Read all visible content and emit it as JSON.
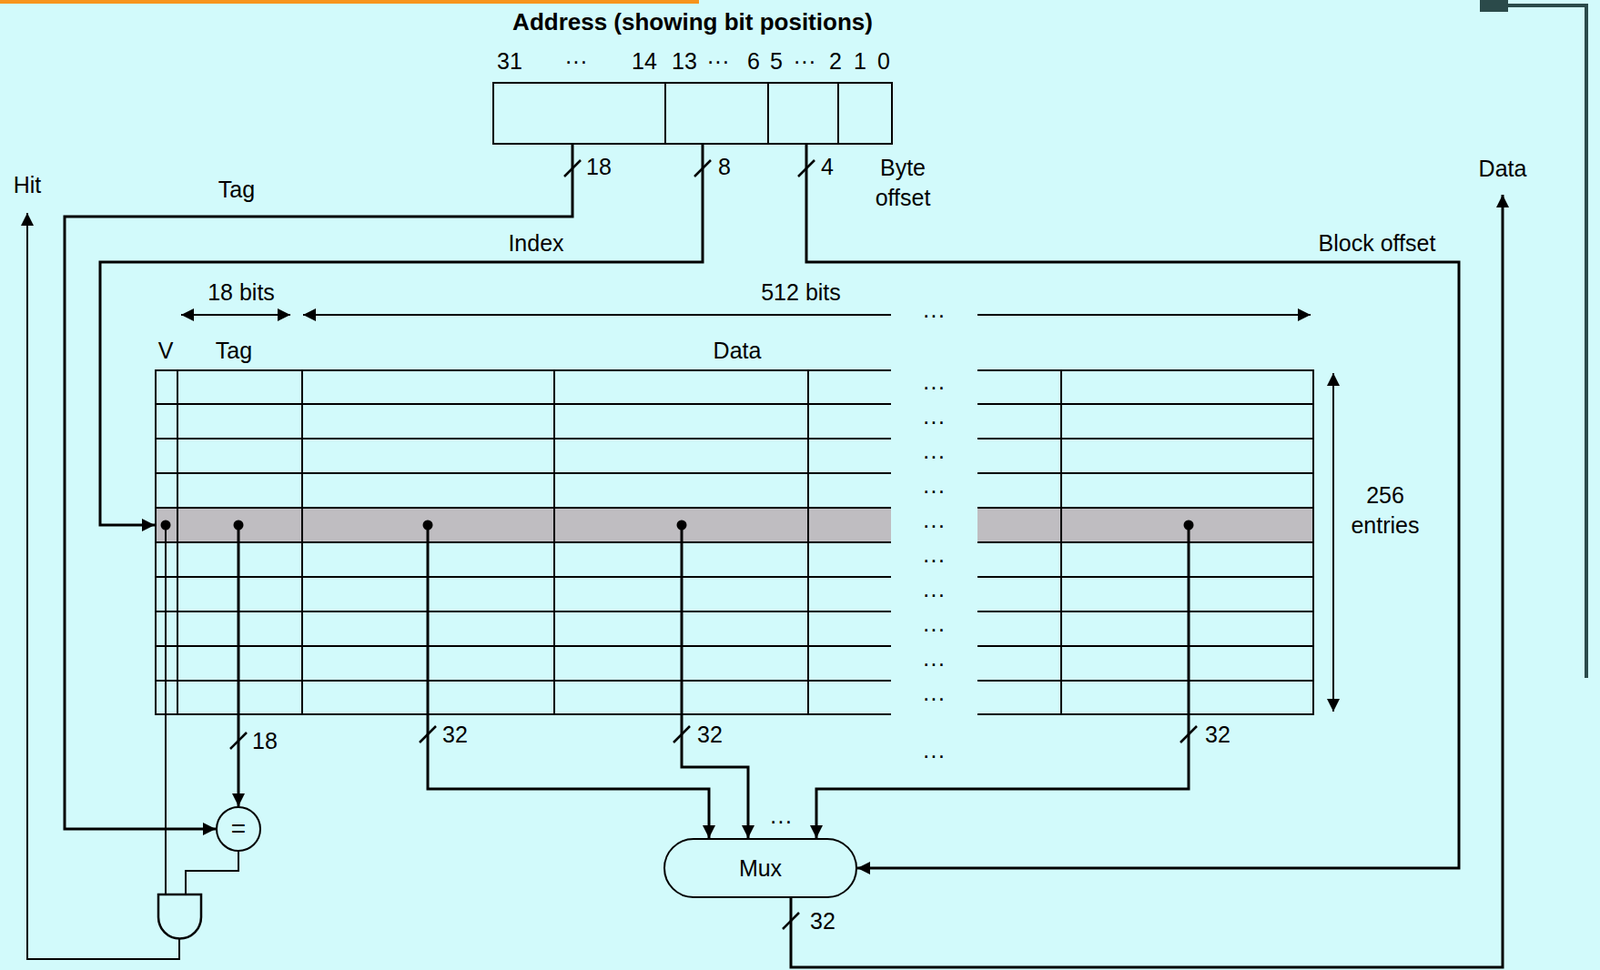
{
  "diagram": {
    "nodes": [
      {
        "text": [
          "Address (showing bit positions)"
        ]
      },
      {
        "text": [
          "V",
          "Tag",
          "Data"
        ]
      },
      {
        "text": [
          "="
        ]
      },
      {
        "text": [
          "Mux"
        ]
      }
    ],
    "edges": [
      {
        "from": 0,
        "to": 2,
        "arrow": "to",
        "label": "Tag"
      },
      {
        "from": 0,
        "to": 1,
        "arrow": "to",
        "label": "Index"
      },
      {
        "from": 0,
        "to": 3,
        "arrow": "to",
        "label": "Block offset"
      },
      {
        "from": 1,
        "to": 2,
        "arrow": "to",
        "label": "18"
      },
      {
        "from": 1,
        "to": 3,
        "arrow": "to",
        "label": "32"
      },
      {
        "from": 1,
        "to": 3,
        "arrow": "to",
        "label": "32"
      },
      {
        "from": 1,
        "to": 3,
        "arrow": "to",
        "label": "32"
      }
    ],
    "labels": [
      "31",
      "···",
      "14",
      "13",
      "···",
      "6",
      "5",
      "···",
      "2",
      "1",
      "0",
      "18",
      "8",
      "4",
      "Byte offset",
      "Hit",
      "Data",
      "18 bits",
      "512 bits",
      "···",
      "256 entries",
      "···",
      "···",
      "···",
      "···",
      "···",
      "···",
      "···",
      "···",
      "···",
      "···",
      "···",
      "···",
      "32"
    ]
  }
}
